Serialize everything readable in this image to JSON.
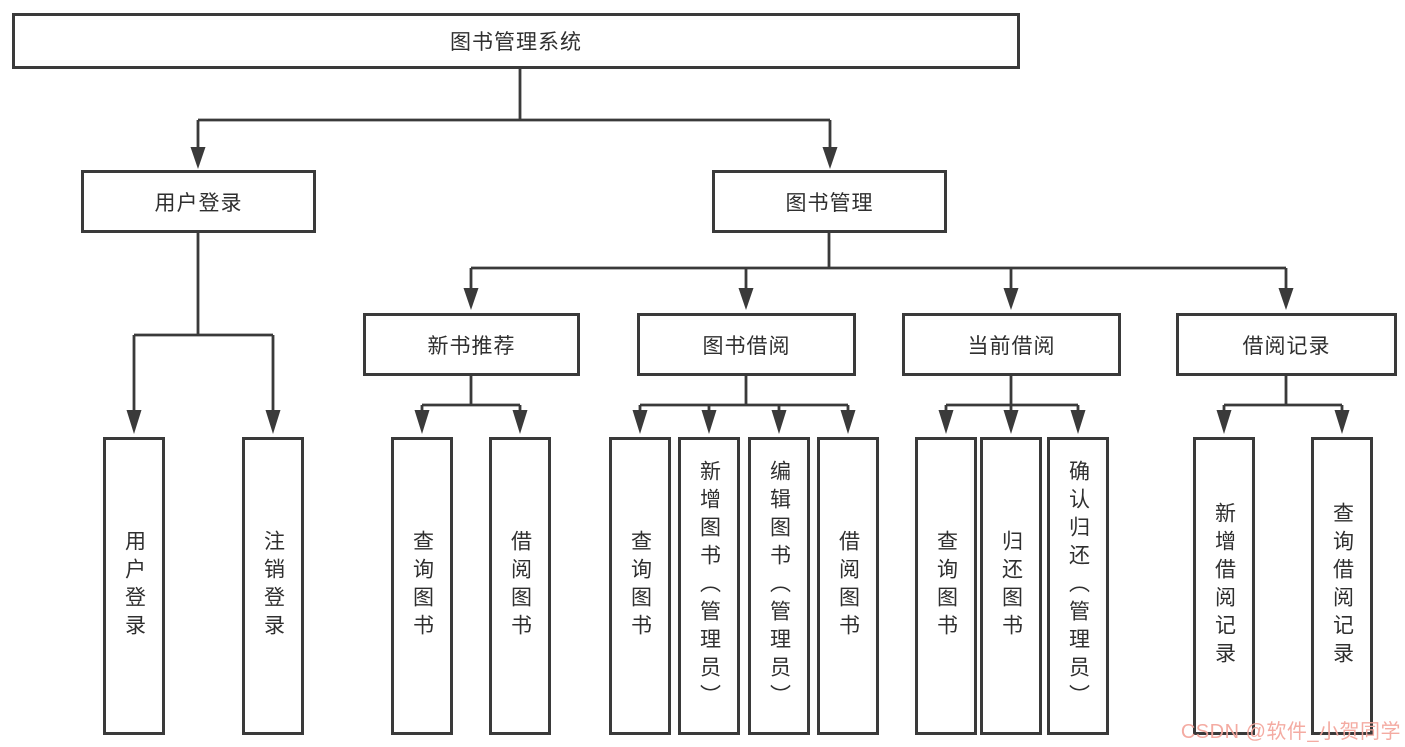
{
  "diagram": {
    "title": "图书管理系统",
    "level2": {
      "user_login": "用户登录",
      "book_management": "图书管理"
    },
    "level3": {
      "new_book_recommend": "新书推荐",
      "book_borrow": "图书借阅",
      "current_borrow": "当前借阅",
      "borrow_record": "借阅记录"
    },
    "leaves": {
      "user_login": "用户登录",
      "logout": "注销登录",
      "rec_query_book": "查询图书",
      "rec_borrow_book": "借阅图书",
      "bb_query_book": "查询图书",
      "bb_add_book": "新增图书（管理员）",
      "bb_edit_book": "编辑图书（管理员）",
      "bb_borrow_book": "借阅图书",
      "cb_query_book": "查询图书",
      "cb_return_book": "归还图书",
      "cb_confirm_return": "确认归还（管理员）",
      "br_add_record": "新增借阅记录",
      "br_query_record": "查询借阅记录"
    }
  },
  "watermark": {
    "text": "CSDN @软件_小贺同学",
    "color": "#f3a69d"
  },
  "colors": {
    "line": "#3a3a3a",
    "box_border": "#3a3a3a",
    "text": "#2f2f2f",
    "background": "#ffffff"
  }
}
